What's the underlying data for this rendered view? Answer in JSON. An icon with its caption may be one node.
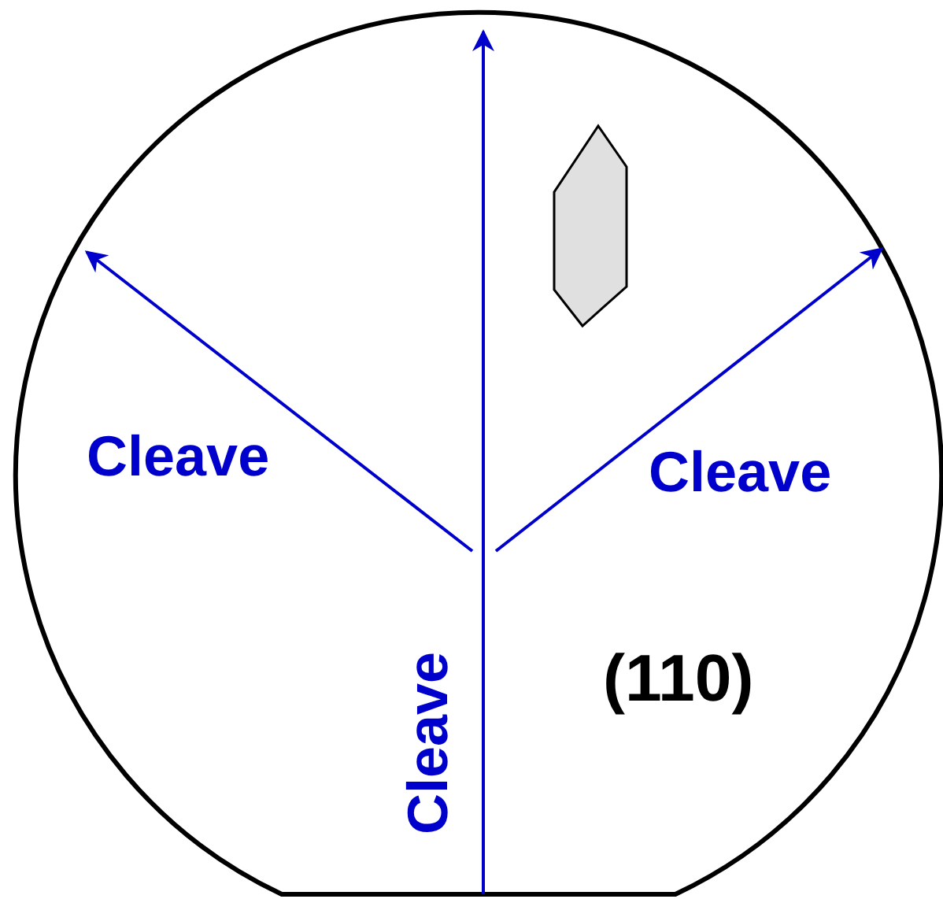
{
  "diagram": {
    "labels": [
      "Cleave",
      "Cleave",
      "Cleave",
      "(110)"
    ]
  }
}
